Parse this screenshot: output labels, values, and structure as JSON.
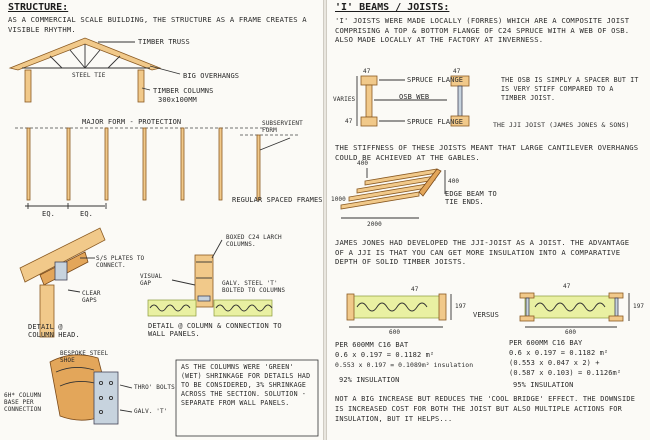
{
  "left": {
    "heading": "STRUCTURE:",
    "intro": "AS A COMMERCIAL SCALE BUILDING, THE STRUCTURE AS A FRAME CREATES A VISIBLE RHYTHM.",
    "truss_labels": {
      "timber_truss": "TIMBER TRUSS",
      "steel_tie": "STEEL TIE",
      "big_overhangs": "BIG OVERHANGS",
      "timber_columns": "TIMBER COLUMNS",
      "column_size": "300x100MM"
    },
    "frame_labels": {
      "major_form": "MAJOR FORM - PROTECTION",
      "subservient_form": "SUBSERVIENT FORM",
      "eq1": "EQ.",
      "eq2": "EQ.",
      "regular_frames": "REGULAR SPACED FRAMES"
    },
    "connection_labels": {
      "plates": "S/S PLATES TO CONNECT.",
      "clear_gaps": "CLEAR GAPS",
      "detail_head": "DETAIL @ COLUMN HEAD."
    },
    "panel_labels": {
      "larch": "BOXED C24 LARCH COLUMNS.",
      "visual_gap": "VISUAL GAP",
      "galv_tee": "GALV. STEEL 'T' BOLTED TO COLUMNS",
      "detail_panels": "DETAIL @ COLUMN & CONNECTION TO WALL PANELS."
    },
    "base_labels": {
      "bespoke_steel": "BESPOKE STEEL SHOE",
      "column_base": "6H* COLUMN BASE PER CONNECTION",
      "thru_bolts": "THRO' BOLTS",
      "galv_t": "GALV. 'T'"
    },
    "note": "AS THE COLUMNS WERE 'GREEN' (WET) SHRINKAGE FOR DETAILS HAD TO BE CONSIDERED, 3% SHRINKAGE ACROSS THE SECTION. SOLUTION - SEPARATE FROM WALL PANELS."
  },
  "right": {
    "heading": "'I' BEAMS / JOISTS:",
    "intro": "'I' JOISTS WERE MADE LOCALLY (FORRES) WHICH ARE A COMPOSITE JOIST COMPRISING A TOP & BOTTOM FLANGE OF C24 SPRUCE WITH A WEB OF OSB. ALSO MADE LOCALLY AT THE FACTORY AT INVERNESS.",
    "joist_labels": {
      "dim_top": "47",
      "dim_mid": "47",
      "dim_bottom": "47",
      "varies": "VARIES",
      "spruce_flange_top": "SPRUCE FLANGE",
      "osb_web": "OSB WEB",
      "spruce_flange_bottom": "SPRUCE FLANGE",
      "osb_note": "THE OSB IS SIMPLY A SPACER BUT IT IS VERY STIFF COMPARED TO A TIMBER JOIST.",
      "jji_title": "THE JJI JOIST (JAMES JONES & SONS)"
    },
    "stiffness_note": "THE STIFFNESS OF THESE JOISTS MEANT THAT LARGE CANTILEVER OVERHANGS COULD BE ACHIEVED AT THE GABLES.",
    "cantilever_labels": {
      "dim_top": "400",
      "dim_side": "400",
      "edge_beam": "EDGE BEAM TO TIE ENDS.",
      "dim_bottom": "2000",
      "dim_left": "1000"
    },
    "jji_para": "JAMES JONES HAD DEVELOPED THE JJI-JOIST AS A JOIST. THE ADVANTAGE OF A JJI IS THAT YOU CAN GET MORE INSULATION INTO A COMPARATIVE DEPTH OF SOLID TIMBER JOISTS.",
    "comparison": {
      "left_top_dim": "47",
      "left_side_dim": "197",
      "left_bottom_dim": "600",
      "versus": "VERSUS",
      "right_top_dim": "47",
      "right_side_dim": "197",
      "right_bottom_dim": "600"
    },
    "calc_left": {
      "line1": "PER 600MM C16 BAT",
      "line2": "0.6 x 0.197 = 0.1182 m²",
      "line3": "0.553 x 0.197 = 0.1089m² insulation",
      "result": "92% INSULATION"
    },
    "calc_right": {
      "line1": "PER 600MM C16 BAY",
      "line2": "0.6 x 0.197 = 0.1182 m²",
      "line3": "(0.553 x 0.047 x 2) +",
      "line4": "(0.587 x 0.103) = 0.1126m²",
      "result": "95% INSULATION"
    },
    "conclusion": "NOT A BIG INCREASE BUT REDUCES THE 'COOL BRIDGE' EFFECT. THE DOWNSIDE IS INCREASED COST FOR BOTH THE JOIST BUT ALSO MULTIPLE ACTIONS FOR INSULATION, BUT IT HELPS..."
  }
}
